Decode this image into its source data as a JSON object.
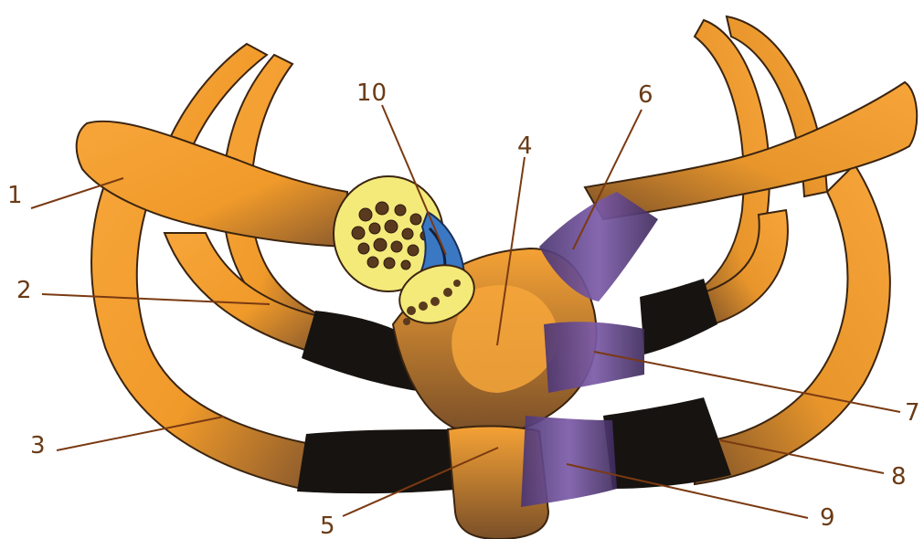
{
  "labels": {
    "l1": "1",
    "l2": "2",
    "l3": "3",
    "l4": "4",
    "l5": "5",
    "l6": "6",
    "l7": "7",
    "l8": "8",
    "l9": "9",
    "l10": "10"
  },
  "colors": {
    "bone": "#f4a02e",
    "bone_dark": "#8a5a2a",
    "cartilage": "#171310",
    "ligament": "#6b4a9a",
    "vessel": "#3a78c4",
    "marrow": "#f4ea7a",
    "leader": "#7a3a12"
  }
}
